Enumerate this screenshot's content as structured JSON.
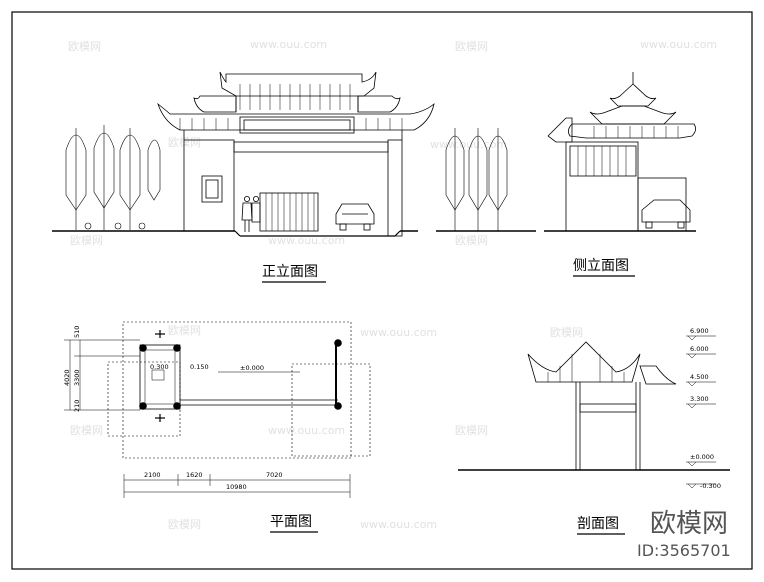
{
  "views": {
    "front_title": "正立面图",
    "side_title": "侧立面图",
    "plan_title": "平面图",
    "section_title": "剖面图"
  },
  "plan": {
    "dims_bottom": [
      "2100",
      "1620",
      "7020"
    ],
    "dim_total": "10980",
    "dims_left": [
      "510",
      "3300",
      "4020",
      "210"
    ],
    "level": "±0.000",
    "level_a": "0.300",
    "level_b": "0.150"
  },
  "section": {
    "elevations": [
      "6.900",
      "6.000",
      "4.500",
      "3.300",
      "±0.000",
      "-0.300"
    ]
  },
  "watermark": {
    "brand": "欧模网",
    "id": "ID:3565701"
  }
}
